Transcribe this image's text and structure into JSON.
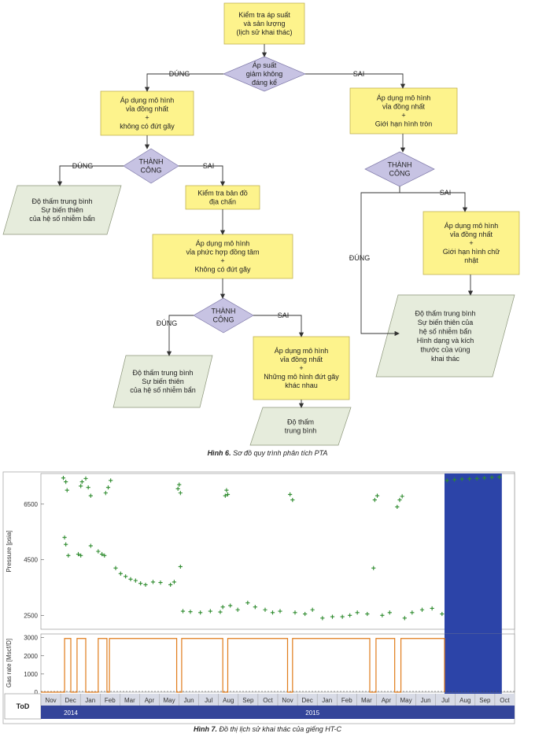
{
  "flowchart": {
    "start": [
      "Kiểm tra áp suất",
      "và sản lượng",
      "(lịch sử khai thác)"
    ],
    "decision_main": [
      "Áp suất",
      "giảm không",
      "đáng kể"
    ],
    "left_model": [
      "Áp dụng mô hình",
      "vỉa đồng nhất",
      "+",
      "không có đứt gãy"
    ],
    "right_model": [
      "Áp dụng mô hình",
      "vỉa đồng nhất",
      "+",
      "Giới hạn hình tròn"
    ],
    "success_label": [
      "THÀNH",
      "CÔNG"
    ],
    "true_label": "ĐÚNG",
    "false_label": "SAI",
    "result_left": [
      "Độ thấm trung bình",
      "Sự biến thiên",
      "của hệ số nhiễm bẩn"
    ],
    "seismic": [
      "Kiểm tra bản đồ",
      "địa chấn"
    ],
    "concentric_model": [
      "Áp dụng mô hình",
      "vỉa phức hợp đồng tâm",
      "+",
      "Không có đứt gãy"
    ],
    "result_mid": [
      "Độ thấm trung bình",
      "Sự biến thiên",
      "của hệ số nhiễm bẩn"
    ],
    "fault_model": [
      "Áp dụng mô hình",
      "vỉa đồng nhất",
      "+",
      "Những mô hình đứt gãy",
      "khác nhau"
    ],
    "result_perm": [
      "Độ thấm",
      "trung bình"
    ],
    "rect_model": [
      "Áp dụng mô hình",
      "vỉa đồng nhất",
      "+",
      "Giới hạn hình chữ",
      "nhật"
    ],
    "result_right": [
      "Độ thấm trung bình",
      "Sự biến thiên của",
      "hệ số nhiễm bẩn",
      "Hình dạng và kích",
      "thước của vùng",
      "khai thác"
    ],
    "caption_bold": "Hình 6.",
    "caption_text": " Sơ đồ quy trình phân tích PTA"
  },
  "colors": {
    "box": "#fdf38c",
    "diamond": "#c7c3e3",
    "parallelogram": "#e6ecdc",
    "marker": "#2e8b2e",
    "rate": "#e07b1a",
    "shade": "#2c44a8"
  },
  "chart_data": {
    "type": "scatter",
    "title": "",
    "pressure": {
      "ylabel": "Pressure [psia]",
      "yticks": [
        2500,
        4500,
        6500
      ],
      "ylim": [
        2000,
        7600
      ],
      "xlim": [
        0,
        16.2
      ],
      "points": [
        [
          0.9,
          7440
        ],
        [
          1.0,
          7300
        ],
        [
          1.05,
          7000
        ],
        [
          0.95,
          5300
        ],
        [
          1.0,
          5050
        ],
        [
          1.1,
          4650
        ],
        [
          1.5,
          4700
        ],
        [
          1.6,
          4650
        ],
        [
          1.65,
          7300
        ],
        [
          1.6,
          7150
        ],
        [
          1.8,
          7420
        ],
        [
          1.9,
          7100
        ],
        [
          2.0,
          6800
        ],
        [
          2.0,
          5000
        ],
        [
          2.3,
          4800
        ],
        [
          2.45,
          4700
        ],
        [
          2.55,
          4650
        ],
        [
          2.6,
          6900
        ],
        [
          2.7,
          7100
        ],
        [
          2.8,
          7350
        ],
        [
          3.0,
          4200
        ],
        [
          3.2,
          4000
        ],
        [
          3.4,
          3900
        ],
        [
          3.6,
          3800
        ],
        [
          3.8,
          3750
        ],
        [
          4.0,
          3650
        ],
        [
          4.2,
          3600
        ],
        [
          4.5,
          3700
        ],
        [
          4.8,
          3680
        ],
        [
          5.2,
          3600
        ],
        [
          5.35,
          3700
        ],
        [
          5.6,
          4250
        ],
        [
          5.5,
          7050
        ],
        [
          5.55,
          7200
        ],
        [
          5.6,
          6900
        ],
        [
          5.7,
          2650
        ],
        [
          6.0,
          2630
        ],
        [
          6.4,
          2600
        ],
        [
          6.8,
          2650
        ],
        [
          7.2,
          2620
        ],
        [
          7.3,
          2800
        ],
        [
          7.4,
          6800
        ],
        [
          7.45,
          7000
        ],
        [
          7.5,
          6850
        ],
        [
          7.6,
          2850
        ],
        [
          7.9,
          2700
        ],
        [
          8.3,
          2950
        ],
        [
          8.6,
          2800
        ],
        [
          9.0,
          2700
        ],
        [
          9.3,
          2600
        ],
        [
          9.6,
          2650
        ],
        [
          10.0,
          6850
        ],
        [
          10.1,
          6650
        ],
        [
          10.2,
          2600
        ],
        [
          10.6,
          2550
        ],
        [
          10.9,
          2700
        ],
        [
          11.3,
          2400
        ],
        [
          11.7,
          2450
        ],
        [
          12.1,
          2450
        ],
        [
          12.4,
          2500
        ],
        [
          12.7,
          2600
        ],
        [
          13.1,
          2550
        ],
        [
          13.35,
          4200
        ],
        [
          13.4,
          6650
        ],
        [
          13.5,
          6800
        ],
        [
          13.7,
          2500
        ],
        [
          14.0,
          2600
        ],
        [
          14.3,
          6400
        ],
        [
          14.4,
          6650
        ],
        [
          14.5,
          6780
        ],
        [
          14.6,
          2400
        ],
        [
          14.9,
          2600
        ],
        [
          15.3,
          2700
        ],
        [
          15.7,
          2750
        ],
        [
          16.1,
          2550
        ]
      ]
    },
    "gas_rate": {
      "ylabel": "Gas rate [Mscf/D]",
      "yticks": [
        0,
        1000,
        2000,
        3000
      ],
      "ylim": [
        0,
        3200
      ],
      "xlim": [
        0,
        16.2
      ],
      "steps": [
        [
          0,
          0
        ],
        [
          0.95,
          0
        ],
        [
          0.95,
          2950
        ],
        [
          1.2,
          2950
        ],
        [
          1.2,
          0
        ],
        [
          1.45,
          0
        ],
        [
          1.45,
          2950
        ],
        [
          1.8,
          2950
        ],
        [
          1.8,
          0
        ],
        [
          2.3,
          0
        ],
        [
          2.3,
          2950
        ],
        [
          2.65,
          2950
        ],
        [
          2.65,
          0
        ],
        [
          2.75,
          0
        ],
        [
          2.75,
          2950
        ],
        [
          5.45,
          2950
        ],
        [
          5.45,
          0
        ],
        [
          5.65,
          0
        ],
        [
          5.65,
          2950
        ],
        [
          7.3,
          2950
        ],
        [
          7.3,
          0
        ],
        [
          7.5,
          0
        ],
        [
          7.5,
          2950
        ],
        [
          9.9,
          2950
        ],
        [
          9.9,
          0
        ],
        [
          10.1,
          0
        ],
        [
          10.1,
          2950
        ],
        [
          13.2,
          2950
        ],
        [
          13.2,
          0
        ],
        [
          13.45,
          0
        ],
        [
          13.45,
          2950
        ],
        [
          14.2,
          2950
        ],
        [
          14.2,
          0
        ],
        [
          14.45,
          0
        ],
        [
          14.45,
          2950
        ],
        [
          16.2,
          2950
        ],
        [
          16.2,
          0
        ]
      ]
    },
    "shaded_region": {
      "x_start": 16.2,
      "x_end": 18.5,
      "pressure_points": [
        [
          16.3,
          7350
        ],
        [
          16.6,
          7380
        ],
        [
          16.9,
          7400
        ],
        [
          17.2,
          7410
        ],
        [
          17.5,
          7420
        ],
        [
          17.8,
          7440
        ],
        [
          18.1,
          7460
        ],
        [
          18.4,
          7470
        ]
      ]
    },
    "months": [
      "Nov",
      "Dec",
      "Jan",
      "Feb",
      "Mar",
      "Apr",
      "May",
      "Jun",
      "Jul",
      "Aug",
      "Sep",
      "Oct",
      "Nov",
      "Dec",
      "Jan",
      "Feb",
      "Mar",
      "Apr",
      "May",
      "Jun",
      "Jul",
      "Aug",
      "Sep",
      "Oct"
    ],
    "years": [
      {
        "label": "2014",
        "x": 1.2
      },
      {
        "label": "2015",
        "x": 10.9
      }
    ],
    "tod_label": "ToD"
  },
  "caption7_bold": "Hình 7.",
  "caption7_text": " Đồ thị lịch sử khai thác của giếng HT-C"
}
